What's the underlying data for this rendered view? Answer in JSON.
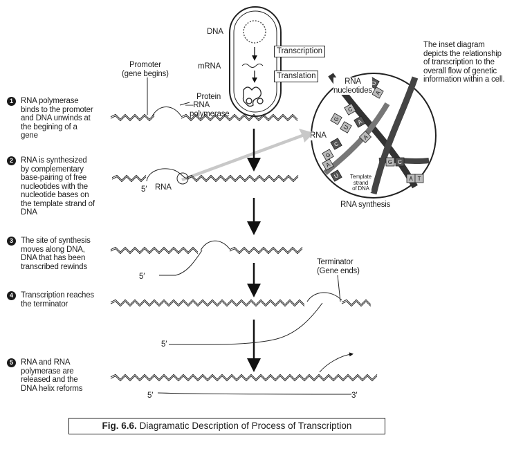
{
  "inset_cell": {
    "dna": "DNA",
    "mrna": "mRNA",
    "protein": "Protein",
    "transcription": "Transcription",
    "translation": "Translation"
  },
  "inset_note": [
    "The inset diagram",
    "depicts the relationship",
    "of transcription to the",
    "overall flow of genetic",
    "information within a cell."
  ],
  "promoter_label": [
    "Promoter",
    "(gene begins)"
  ],
  "rna_polymerase_label": [
    "—RNA",
    "polymerase"
  ],
  "steps": [
    {
      "number": "1",
      "lines": [
        "RNA polymerase",
        "binds to the promoter",
        "and DNA unwinds at",
        "the begining of a",
        "gene"
      ]
    },
    {
      "number": "2",
      "lines": [
        "RNA is synthesized",
        "by complementary",
        "base-pairing of free",
        "nucleotides with the",
        "nucleotide bases on",
        "the template strand of",
        "DNA"
      ]
    },
    {
      "number": "3",
      "lines": [
        "The site of synthesis",
        "moves along DNA,",
        "DNA that has been",
        "transcribed rewinds"
      ]
    },
    {
      "number": "4",
      "lines": [
        "Transcription reaches",
        "the terminator"
      ]
    },
    {
      "number": "5",
      "lines": [
        "RNA and RNA",
        "polymerase are",
        "released and the",
        "DNA helix reforms"
      ]
    }
  ],
  "end_labels": {
    "five_prime": "5′",
    "three_prime": "3′",
    "rna": "RNA"
  },
  "terminator_label": [
    "Terminator",
    "(Gene ends)"
  ],
  "zoom": {
    "rna_nucleotides": [
      "RNA",
      "nucleotides"
    ],
    "rna": "RNA",
    "template_strand": [
      "Template",
      "strand",
      "of DNA"
    ],
    "caption": "RNA synthesis",
    "bases": [
      "G",
      "A",
      "C",
      "A",
      "G",
      "U",
      "C",
      "G",
      "A",
      "U",
      "A",
      "G",
      "C",
      "A",
      "T"
    ]
  },
  "figure_caption": {
    "label": "Fig. 6.6.",
    "text": " Diagramatic Description of Process of Transcription"
  }
}
